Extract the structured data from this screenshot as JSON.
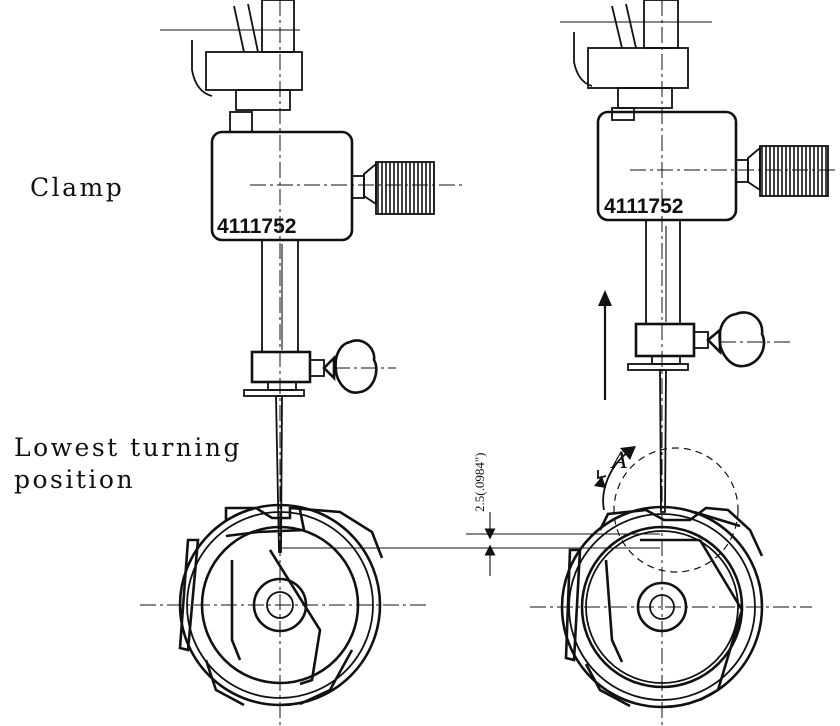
{
  "labels": {
    "clamp": "Clamp",
    "part_left": "4111752",
    "part_right": "4111752",
    "lowest_line1": "Lowest turning",
    "lowest_line2": "position",
    "dimension": "2.5(.0984\")",
    "rotation": "A"
  },
  "icons": {
    "motion_arrow": "up-arrow-icon",
    "rotation_arrow": "curved-arrow-icon"
  }
}
